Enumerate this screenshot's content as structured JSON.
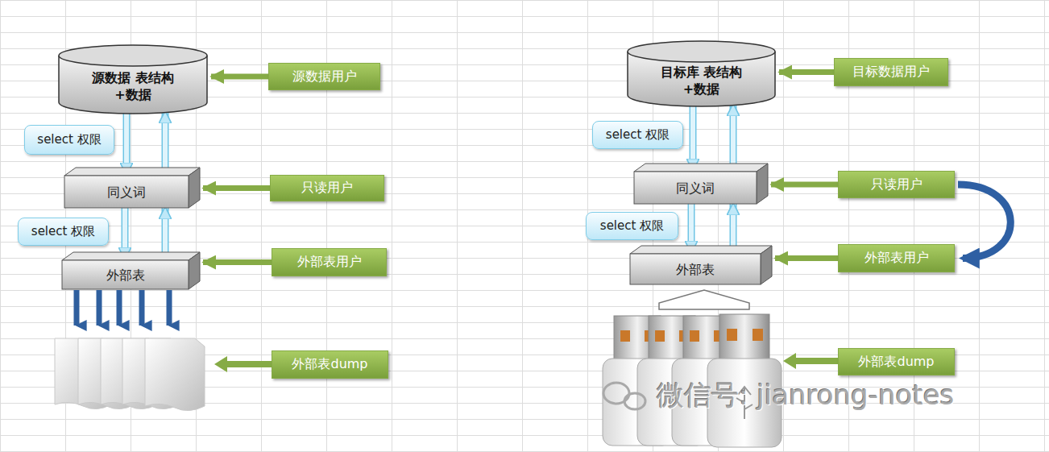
{
  "diagram": {
    "nodes": [
      {
        "text": [
          "源数据 表结构+数据"
        ]
      },
      {
        "text": [
          "源数据用户"
        ]
      },
      {
        "text": [
          "select 权限"
        ]
      },
      {
        "text": [
          "同义词"
        ]
      },
      {
        "text": [
          "只读用户"
        ]
      },
      {
        "text": [
          "select 权限"
        ]
      },
      {
        "text": [
          "外部表"
        ]
      },
      {
        "text": [
          "外部表用户"
        ]
      },
      {
        "text": [
          "外部表dump"
        ]
      },
      {
        "text": [
          "目标库 表结构+数据"
        ]
      },
      {
        "text": [
          "目标数据用户"
        ]
      },
      {
        "text": [
          "select 权限"
        ]
      },
      {
        "text": [
          "同义词"
        ]
      },
      {
        "text": [
          "只读用户"
        ]
      },
      {
        "text": [
          "select 权限"
        ]
      },
      {
        "text": [
          "外部表"
        ]
      },
      {
        "text": [
          "外部表用户"
        ]
      },
      {
        "text": [
          "外部表dump"
        ]
      }
    ],
    "edges": [
      {
        "from": 1,
        "to": 0,
        "arrow": "to"
      },
      {
        "from": 0,
        "to": 3,
        "arrow": "to"
      },
      {
        "from": 3,
        "to": 0,
        "arrow": "to"
      },
      {
        "from": 4,
        "to": 3,
        "arrow": "to"
      },
      {
        "from": 3,
        "to": 6,
        "arrow": "to"
      },
      {
        "from": 6,
        "to": 3,
        "arrow": "to"
      },
      {
        "from": 7,
        "to": 6,
        "arrow": "to"
      },
      {
        "from": 10,
        "to": 9,
        "arrow": "to"
      },
      {
        "from": 9,
        "to": 12,
        "arrow": "to"
      },
      {
        "from": 12,
        "to": 9,
        "arrow": "to"
      },
      {
        "from": 13,
        "to": 12,
        "arrow": "to"
      },
      {
        "from": 12,
        "to": 15,
        "arrow": "to"
      },
      {
        "from": 15,
        "to": 12,
        "arrow": "to"
      },
      {
        "from": 16,
        "to": 15,
        "arrow": "to"
      },
      {
        "from": 13,
        "to": 16,
        "arrow": "to"
      }
    ],
    "labels": [
      "微信号: jianrong-notes"
    ]
  }
}
